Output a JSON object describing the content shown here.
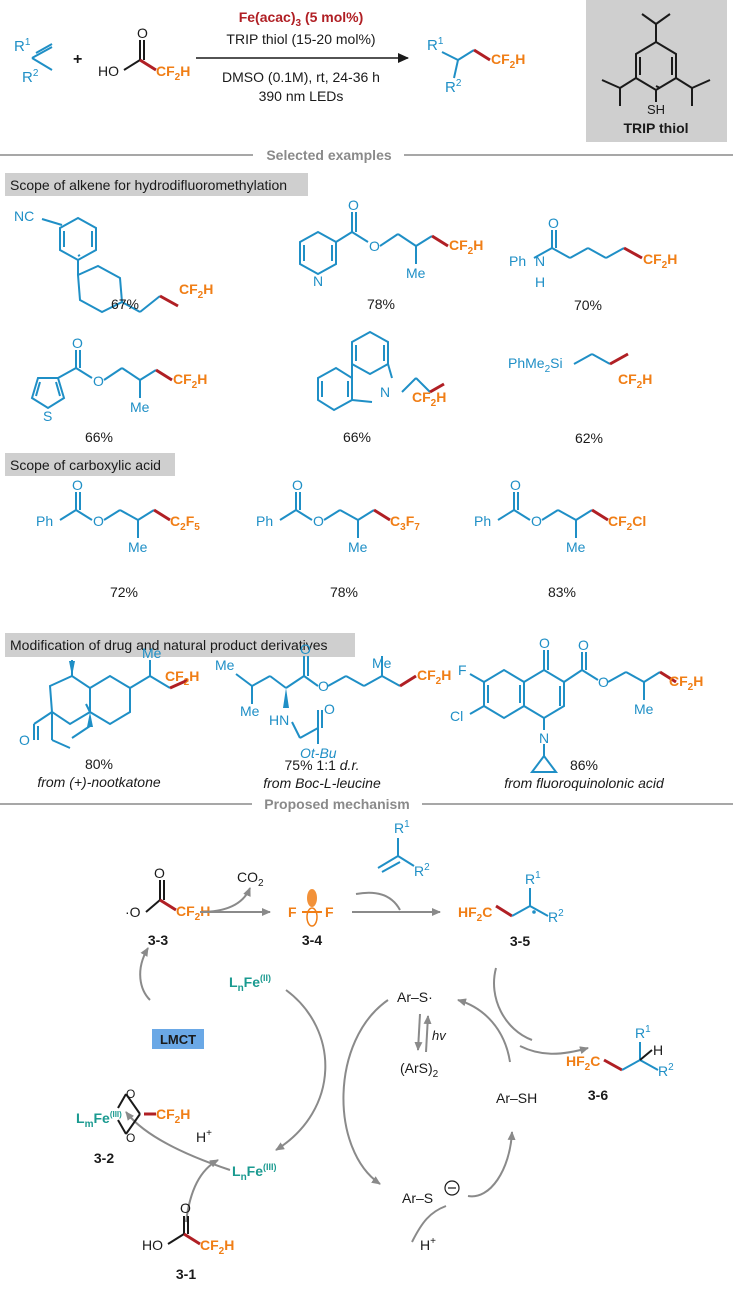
{
  "reaction": {
    "catalyst": "Fe(acac)",
    "catalyst_sub": "3",
    "catalyst_load": "(5 mol%)",
    "thiol": "TRIP thiol (15-20 mol%)",
    "conditions": "DMSO (0.1M), rt, 24-36 h",
    "light": "390 nm LEDs",
    "reagent_acid": "HO",
    "reagent_group": "CF",
    "reagent_group_sub": "2",
    "reagent_group_tail": "H",
    "product_group": "CF",
    "product_group_sub": "2",
    "product_group_tail": "H",
    "R1": "R",
    "R1_sup": "1",
    "R2": "R",
    "R2_sup": "2",
    "plus": "+",
    "trip_sh": "SH",
    "trip_label": "TRIP thiol"
  },
  "section_divider_1": "Selected examples",
  "section_divider_2": "Proposed mechanism",
  "alkene_scope": {
    "title": "Scope of alkene for hydrodifluoromethylation",
    "items": [
      {
        "yield": "67%"
      },
      {
        "yield": "78%"
      },
      {
        "yield": "70%"
      },
      {
        "yield": "66%"
      },
      {
        "yield": "66%"
      },
      {
        "yield": "62%"
      }
    ],
    "texts": {
      "nc": "NC",
      "me": "Me",
      "ph": "Ph",
      "n": "N",
      "h": "H",
      "o": "O",
      "s": "S",
      "phme2si": "PhMe",
      "phme2si_sub": "2",
      "phme2si_tail": "Si"
    }
  },
  "acid_scope": {
    "title": "Scope of carboxylic acid",
    "items": [
      {
        "yield": "72%",
        "group": "C",
        "sub1": "2",
        "mid": "F",
        "sub2": "5"
      },
      {
        "yield": "78%",
        "group": "C",
        "sub1": "3",
        "mid": "F",
        "sub2": "7"
      },
      {
        "yield": "83%",
        "group": "CF",
        "sub1": "2",
        "mid": "Cl",
        "sub2": ""
      }
    ]
  },
  "drug_scope": {
    "title": "Modification of drug and natural product derivatives",
    "items": [
      {
        "yield": "80%",
        "source": "from (+)-nootkatone"
      },
      {
        "yield": "75% 1:1 ",
        "yield_italic": "d.r.",
        "source": "from Boc-L-leucine"
      },
      {
        "yield": "86%",
        "source": "from fluoroquinolonic acid"
      }
    ],
    "texts": {
      "hn": "HN",
      "otbu": "Ot-Bu",
      "f": "F",
      "cl": "Cl"
    }
  },
  "mechanism": {
    "co2": "CO",
    "co2_sub": "2",
    "hv": "hv",
    "lmct": "LMCT",
    "fe2": "L",
    "fe2_sub": "n",
    "fe2_main": "Fe",
    "fe2_ox": "(II)",
    "fe3_ox": "(III)",
    "lm": "L",
    "lm_sub": "m",
    "ars_radical": "Ar–S·",
    "ars2": "(ArS)",
    "ars2_sub": "2",
    "arsh": "Ar–SH",
    "ars_anion": "Ar–S",
    "hplus": "H",
    "plus_sup": "+",
    "hf2c": "HF",
    "hf2c_sub": "2",
    "hf2c_tail": "C",
    "labels": [
      "3-3",
      "3-4",
      "3-5",
      "3-6",
      "3-2",
      "3-1"
    ]
  }
}
